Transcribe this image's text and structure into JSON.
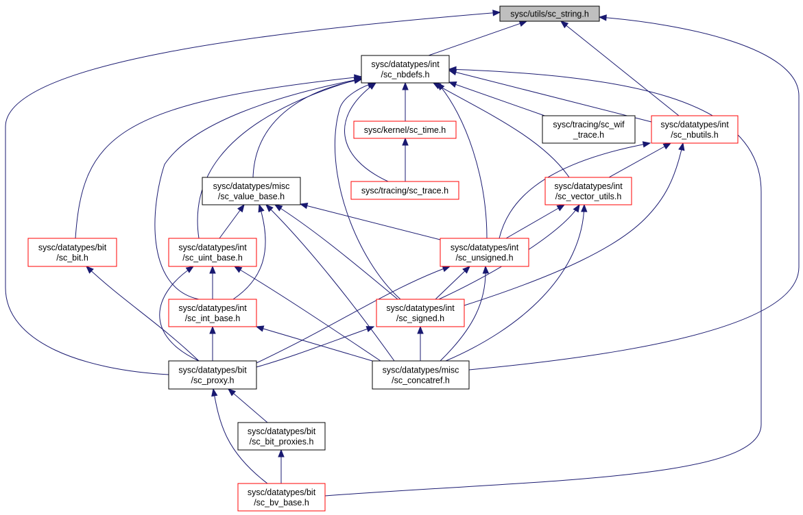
{
  "colors": {
    "edge": "#191970",
    "node_border_default": "#000000",
    "node_border_incomplete": "#ff0000",
    "current_node_fill": "#bfbfbf"
  },
  "nodes": [
    {
      "id": "sc_string",
      "lines": [
        "sysc/utils/sc_string.h"
      ],
      "style": "current"
    },
    {
      "id": "sc_nbdefs",
      "lines": [
        "sysc/datatypes/int",
        "/sc_nbdefs.h"
      ],
      "style": "black"
    },
    {
      "id": "sc_time",
      "lines": [
        "sysc/kernel/sc_time.h"
      ],
      "style": "red"
    },
    {
      "id": "sc_wif_trace",
      "lines": [
        "sysc/tracing/sc_wif",
        "_trace.h"
      ],
      "style": "black"
    },
    {
      "id": "sc_nbutils",
      "lines": [
        "sysc/datatypes/int",
        "/sc_nbutils.h"
      ],
      "style": "red"
    },
    {
      "id": "sc_value_base",
      "lines": [
        "sysc/datatypes/misc",
        "/sc_value_base.h"
      ],
      "style": "black"
    },
    {
      "id": "sc_trace",
      "lines": [
        "sysc/tracing/sc_trace.h"
      ],
      "style": "red"
    },
    {
      "id": "sc_vector_utils",
      "lines": [
        "sysc/datatypes/int",
        "/sc_vector_utils.h"
      ],
      "style": "red"
    },
    {
      "id": "sc_bit",
      "lines": [
        "sysc/datatypes/bit",
        "/sc_bit.h"
      ],
      "style": "red"
    },
    {
      "id": "sc_uint_base",
      "lines": [
        "sysc/datatypes/int",
        "/sc_uint_base.h"
      ],
      "style": "red"
    },
    {
      "id": "sc_unsigned",
      "lines": [
        "sysc/datatypes/int",
        "/sc_unsigned.h"
      ],
      "style": "red"
    },
    {
      "id": "sc_int_base",
      "lines": [
        "sysc/datatypes/int",
        "/sc_int_base.h"
      ],
      "style": "red"
    },
    {
      "id": "sc_signed",
      "lines": [
        "sysc/datatypes/int",
        "/sc_signed.h"
      ],
      "style": "red"
    },
    {
      "id": "sc_proxy",
      "lines": [
        "sysc/datatypes/bit",
        "/sc_proxy.h"
      ],
      "style": "black"
    },
    {
      "id": "sc_concatref",
      "lines": [
        "sysc/datatypes/misc",
        "/sc_concatref.h"
      ],
      "style": "black"
    },
    {
      "id": "sc_bit_proxies",
      "lines": [
        "sysc/datatypes/bit",
        "/sc_bit_proxies.h"
      ],
      "style": "black"
    },
    {
      "id": "sc_bv_base",
      "lines": [
        "sysc/datatypes/bit",
        "/sc_bv_base.h"
      ],
      "style": "red"
    }
  ],
  "edges": [
    {
      "from": "sc_nbdefs",
      "to": "sc_string"
    },
    {
      "from": "sc_nbutils",
      "to": "sc_string"
    },
    {
      "from": "sc_proxy",
      "to": "sc_string"
    },
    {
      "from": "sc_concatref",
      "to": "sc_string"
    },
    {
      "from": "sc_time",
      "to": "sc_nbdefs"
    },
    {
      "from": "sc_wif_trace",
      "to": "sc_nbdefs"
    },
    {
      "from": "sc_nbutils",
      "to": "sc_nbdefs"
    },
    {
      "from": "sc_value_base",
      "to": "sc_nbdefs"
    },
    {
      "from": "sc_trace",
      "to": "sc_nbdefs"
    },
    {
      "from": "sc_vector_utils",
      "to": "sc_nbdefs"
    },
    {
      "from": "sc_bit",
      "to": "sc_nbdefs"
    },
    {
      "from": "sc_uint_base",
      "to": "sc_nbdefs"
    },
    {
      "from": "sc_unsigned",
      "to": "sc_nbdefs"
    },
    {
      "from": "sc_int_base",
      "to": "sc_nbdefs"
    },
    {
      "from": "sc_signed",
      "to": "sc_nbdefs"
    },
    {
      "from": "sc_bv_base",
      "to": "sc_nbdefs"
    },
    {
      "from": "sc_trace",
      "to": "sc_time"
    },
    {
      "from": "sc_vector_utils",
      "to": "sc_nbutils"
    },
    {
      "from": "sc_unsigned",
      "to": "sc_nbutils"
    },
    {
      "from": "sc_signed",
      "to": "sc_nbutils"
    },
    {
      "from": "sc_uint_base",
      "to": "sc_value_base"
    },
    {
      "from": "sc_int_base",
      "to": "sc_value_base"
    },
    {
      "from": "sc_unsigned",
      "to": "sc_value_base"
    },
    {
      "from": "sc_signed",
      "to": "sc_value_base"
    },
    {
      "from": "sc_concatref",
      "to": "sc_value_base"
    },
    {
      "from": "sc_unsigned",
      "to": "sc_vector_utils"
    },
    {
      "from": "sc_signed",
      "to": "sc_vector_utils"
    },
    {
      "from": "sc_concatref",
      "to": "sc_vector_utils"
    },
    {
      "from": "sc_bit_proxies",
      "to": "sc_proxy"
    },
    {
      "from": "sc_bv_base",
      "to": "sc_proxy"
    },
    {
      "from": "sc_bv_base",
      "to": "sc_bit_proxies"
    },
    {
      "from": "sc_proxy",
      "to": "sc_bit"
    },
    {
      "from": "sc_int_base",
      "to": "sc_uint_base"
    },
    {
      "from": "sc_proxy",
      "to": "sc_uint_base"
    },
    {
      "from": "sc_concatref",
      "to": "sc_uint_base"
    },
    {
      "from": "sc_signed",
      "to": "sc_unsigned"
    },
    {
      "from": "sc_proxy",
      "to": "sc_unsigned"
    },
    {
      "from": "sc_concatref",
      "to": "sc_unsigned"
    },
    {
      "from": "sc_proxy",
      "to": "sc_int_base"
    },
    {
      "from": "sc_concatref",
      "to": "sc_int_base"
    },
    {
      "from": "sc_proxy",
      "to": "sc_signed"
    },
    {
      "from": "sc_concatref",
      "to": "sc_signed"
    }
  ]
}
